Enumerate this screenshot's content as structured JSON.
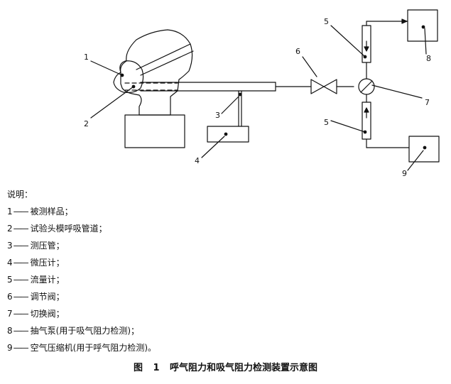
{
  "diagram": {
    "labels": {
      "l1": "1",
      "l2": "2",
      "l3": "3",
      "l4": "4",
      "l5a": "5",
      "l5b": "5",
      "l6": "6",
      "l7": "7",
      "l8": "8",
      "l9": "9"
    }
  },
  "legend": {
    "title": "说明：",
    "items": [
      {
        "num": "1",
        "dash": "——",
        "text": "被测样品；"
      },
      {
        "num": "2",
        "dash": "——",
        "text": "试验头模呼吸管道；"
      },
      {
        "num": "3",
        "dash": "——",
        "text": "测压管；"
      },
      {
        "num": "4",
        "dash": "——",
        "text": "微压计；"
      },
      {
        "num": "5",
        "dash": "——",
        "text": "流量计；"
      },
      {
        "num": "6",
        "dash": "——",
        "text": "调节阀；"
      },
      {
        "num": "7",
        "dash": "——",
        "text": "切换阀；"
      },
      {
        "num": "8",
        "dash": "——",
        "text": "抽气泵(用于吸气阻力检测)；"
      },
      {
        "num": "9",
        "dash": "——",
        "text": "空气压缩机(用于呼气阻力检测)。"
      }
    ]
  },
  "caption": "图 1  呼气阻力和吸气阻力检测装置示意图"
}
